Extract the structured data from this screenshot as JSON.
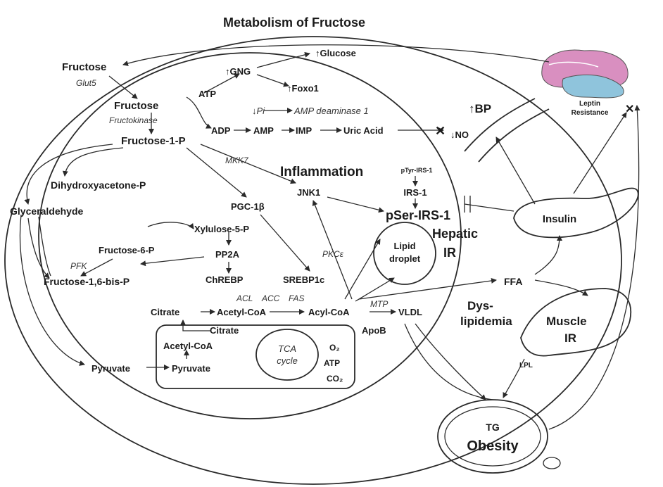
{
  "title": "Metabolism of Fructose",
  "labels": {
    "fructose_out": "Fructose",
    "glut5": "Glut5",
    "fructose_in": "Fructose",
    "fructokinase": "Fructokinase",
    "fructose_1_p": "Fructose-1-P",
    "atp": "ATP",
    "adp": "ADP",
    "amp": "AMP",
    "imp": "IMP",
    "uric_acid": "Uric Acid",
    "pi": "↓Pi",
    "amp_deaminase": "AMP deaminase 1",
    "gng": "↑GNG",
    "glucose": "↑Glucose",
    "foxo1": "↑Foxo1",
    "no": "↓NO",
    "bp": "↑BP",
    "leptin_resistance_1": "Leptin",
    "leptin_resistance_2": "Resistance",
    "mkk7": "MKK7",
    "inflammation": "Inflammation",
    "jnk1": "JNK1",
    "ptyr_irs1": "pTyr-IRS-1",
    "irs1": "IRS-1",
    "pser_irs1": "pSer-IRS-1",
    "hepatic": "Hepatic",
    "ir": "IR",
    "insulin": "Insulin",
    "dhap": "Dihydroxyacetone-P",
    "glyceraldehyde": "Glyceraldehyde",
    "pgc1b": "PGC-1β",
    "xylulose": "Xylulose-5-P",
    "fructose6p": "Fructose-6-P",
    "pp2a": "PP2A",
    "pfk": "PFK",
    "fructose16bp": "Fructose-1,6-bis-P",
    "chrebp": "ChREBP",
    "srebp1c": "SREBP1c",
    "pkce": "PKCε",
    "lipid_1": "Lipid",
    "lipid_2": "droplet",
    "ffa": "FFA",
    "acl": "ACL",
    "acc": "ACC",
    "fas": "FAS",
    "citrate_top": "Citrate",
    "acetyl_coa_top": "Acetyl-CoA",
    "acyl_coa": "Acyl-CoA",
    "mtp": "MTP",
    "vldl": "VLDL",
    "apob": "ApoB",
    "dys": "Dys-",
    "lipidemia": "lipidemia",
    "muscle": "Muscle",
    "muscle_ir": "IR",
    "citrate_mito": "Citrate",
    "acetyl_coa_mito": "Acetyl-CoA",
    "tca_1": "TCA",
    "tca_2": "cycle",
    "o2": "O₂",
    "atp_mito": "ATP",
    "co2": "CO₂",
    "pyruvate_out": "Pyruvate",
    "pyruvate_in": "Pyruvate",
    "lpl": "LPL",
    "tg": "TG",
    "obesity": "Obesity"
  },
  "colors": {
    "brain_pink": "#d98fc0",
    "brain_blue": "#8fc4dc",
    "ink": "#1a1a1a"
  }
}
